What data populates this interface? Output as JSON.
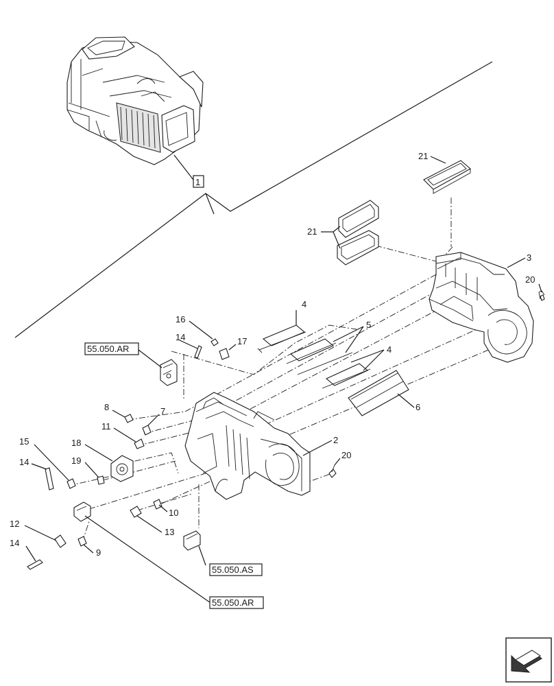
{
  "callouts": {
    "c1": "1",
    "c2": "2",
    "c3": "3",
    "c4a": "4",
    "c4b": "4",
    "c5": "5",
    "c6": "6",
    "c7": "7",
    "c8": "8",
    "c9": "9",
    "c10": "10",
    "c11": "11",
    "c12": "12",
    "c13": "13",
    "c14a": "14",
    "c14b": "14",
    "c14c": "14",
    "c15": "15",
    "c16": "16",
    "c17": "17",
    "c18": "18",
    "c19": "19",
    "c20a": "20",
    "c20b": "20",
    "c21a": "21",
    "c21b": "21"
  },
  "references": {
    "ref_top": "55.050.AR",
    "ref_mid": "55.050.AS",
    "ref_bottom": "55.050.AR"
  },
  "icons": {
    "nav": "arrow-icon"
  },
  "colors": {
    "line": "#1a1a1a",
    "background": "#ffffff"
  }
}
